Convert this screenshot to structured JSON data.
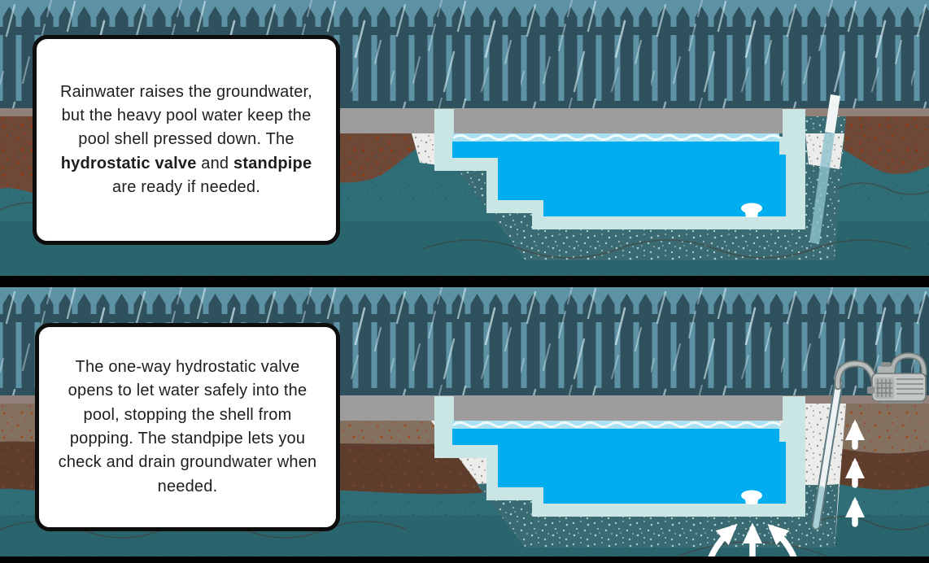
{
  "panels": [
    {
      "name": "pool-before-valve-opens",
      "caption": {
        "segments": [
          {
            "text": "Rainwater raises the groundwater, but the heavy pool water keep the pool shell pressed down. The ",
            "bold": false
          },
          {
            "text": "hydrostatic valve",
            "bold": true
          },
          {
            "text": " and ",
            "bold": false
          },
          {
            "text": "standpipe",
            "bold": true
          },
          {
            "text": " are ready if needed.",
            "bold": false
          }
        ]
      }
    },
    {
      "name": "pool-valve-open-draining",
      "caption": {
        "segments": [
          {
            "text": "The one-way hydrostatic valve opens to let water safely into the pool, stopping the shell from popping. The standpipe lets you check and drain groundwater when needed.",
            "bold": false
          }
        ]
      }
    }
  ],
  "scene_elements": [
    "rain",
    "picket-fence",
    "pool-deck",
    "pool-shell",
    "pool-water",
    "hydrostatic-valve-drain",
    "standpipe",
    "soil-layers",
    "groundwater",
    "drain-pump",
    "water-flow-arrows"
  ],
  "colors": {
    "sky": "#5D92A5",
    "fence": "#2E515D",
    "rain": "#D6ECF2",
    "strip": "#92807A",
    "deck": "#9D9D9D",
    "gw": "#2F6D77",
    "soilBrown": "#6E4938",
    "soilDot": "#93360F",
    "topsoil": "#84705F",
    "soilDark": "#5F3D2C",
    "shell": "#C9E6E5",
    "water": "#00AEF0",
    "waveBand": "#A9E1F3",
    "waveCrest": "#EFFAFD",
    "concreteDark": "#3A6B73",
    "concreteDot": "#C3DEDE",
    "concreteLight": "#ECECEA",
    "concreteLightDot": "#8F8F8F",
    "hairline": "#4C2E1F",
    "pipeTeal": "#8FC3CC",
    "pipeWhite": "#F2F5F5",
    "pumpBody": "#C4C7C7",
    "pumpMid": "#AEB3B3",
    "pumpDark": "#8A9090",
    "pumpOutline": "#707878",
    "boxBg": "#FFFFFF",
    "boxBorder": "#0D0D0D",
    "boxText": "#1E1E1E",
    "barBlack": "#020202"
  }
}
